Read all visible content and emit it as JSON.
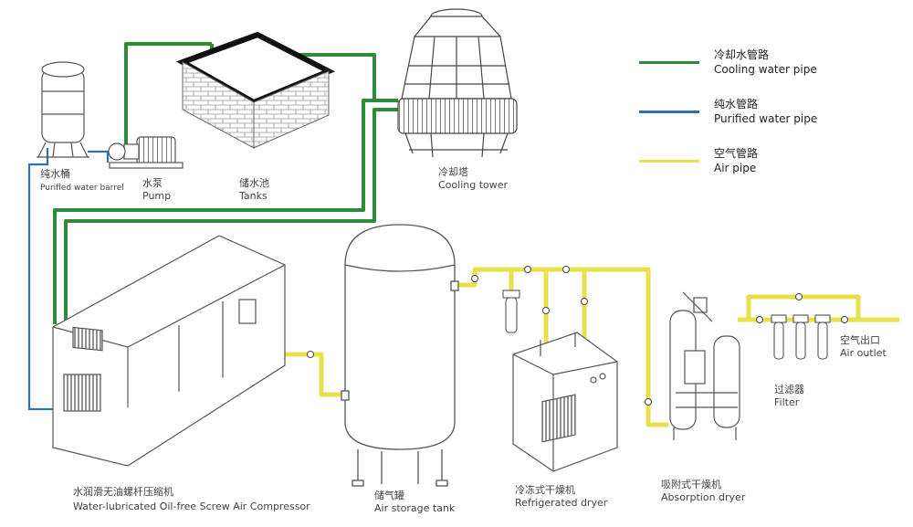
{
  "colors": {
    "cooling": "#2e8b3a",
    "purified": "#2f6fb4",
    "air": "#e8e04a",
    "outline": "#555555",
    "tank_wall": "#222222"
  },
  "legend": [
    {
      "zh": "冷却水管路",
      "en": "Cooling water pipe",
      "color": "#2e8b3a"
    },
    {
      "zh": "纯水管路",
      "en": "Purified water pipe",
      "color": "#2f6fb4"
    },
    {
      "zh": "空气管路",
      "en": "Air pipe",
      "color": "#e8e04a"
    }
  ],
  "components": {
    "barrel": {
      "zh": "纯水桶",
      "en": "Purified water barrel"
    },
    "pump": {
      "zh": "水泵",
      "en": "Pump"
    },
    "tanks": {
      "zh": "储水池",
      "en": "Tanks"
    },
    "tower": {
      "zh": "冷却塔",
      "en": "Cooling tower"
    },
    "compressor": {
      "zh": "水润滑无油螺杆压缩机",
      "en": "Water-lubricated Oil-free Screw Air Compressor"
    },
    "storage": {
      "zh": "储气罐",
      "en": "Air storage tank"
    },
    "refdryer": {
      "zh": "冷冻式干燥机",
      "en": "Refrigerated dryer"
    },
    "absdryer": {
      "zh": "吸附式干燥机",
      "en": "Absorption dryer"
    },
    "filter": {
      "zh": "过滤器",
      "en": "Filter"
    },
    "outlet": {
      "zh": "空气出口",
      "en": "Air outlet"
    }
  }
}
